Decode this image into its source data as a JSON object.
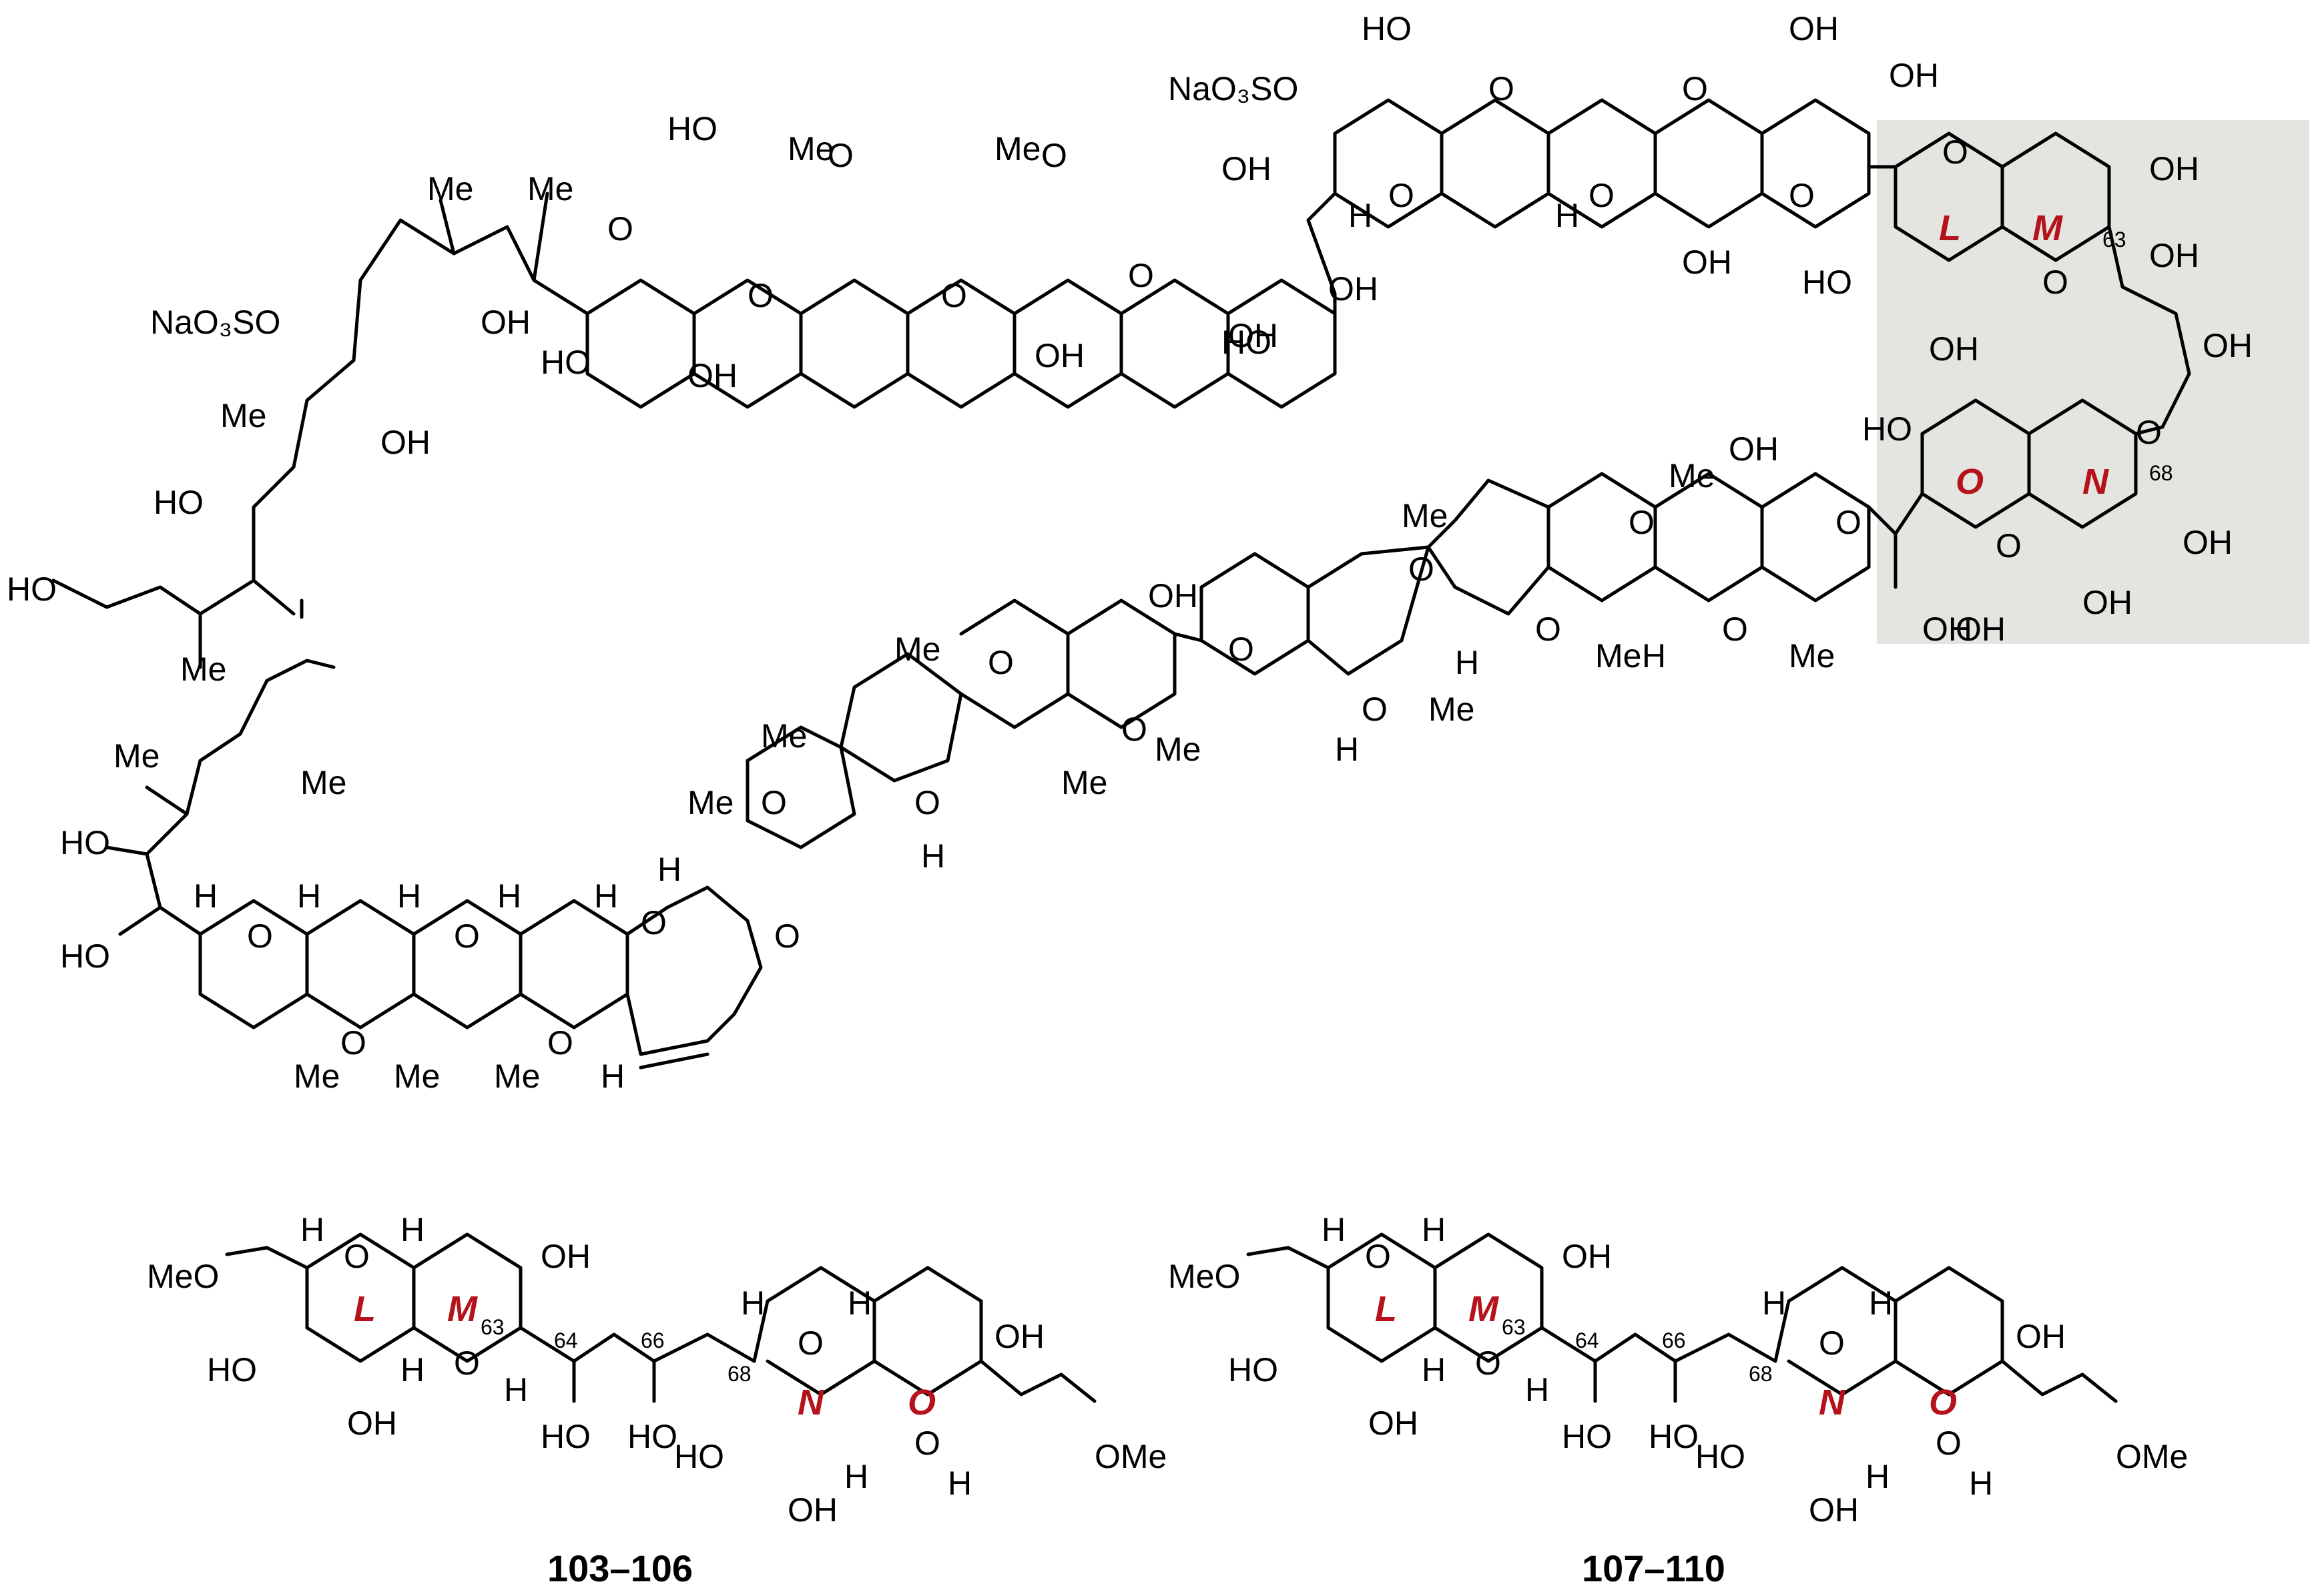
{
  "colors": {
    "ring_label": "#b5121b",
    "highlight": "#e4e4e0",
    "bond": "#000000"
  },
  "labels": {
    "HO": "HO",
    "OH": "OH",
    "O": "O",
    "H": "H",
    "Me": "Me",
    "OMe": "OMe",
    "MeO": "MeO",
    "NaO3SO": "NaO₃SO",
    "NaO3SO_b": "NaO₃SO–"
  },
  "ring_labels": {
    "L": "L",
    "M": "M",
    "N": "N",
    "O": "O"
  },
  "numbers": {
    "n63": "63",
    "n64": "64",
    "n66": "66",
    "n68": "68"
  },
  "compounds": {
    "first": "103–106",
    "second": "107–110"
  }
}
